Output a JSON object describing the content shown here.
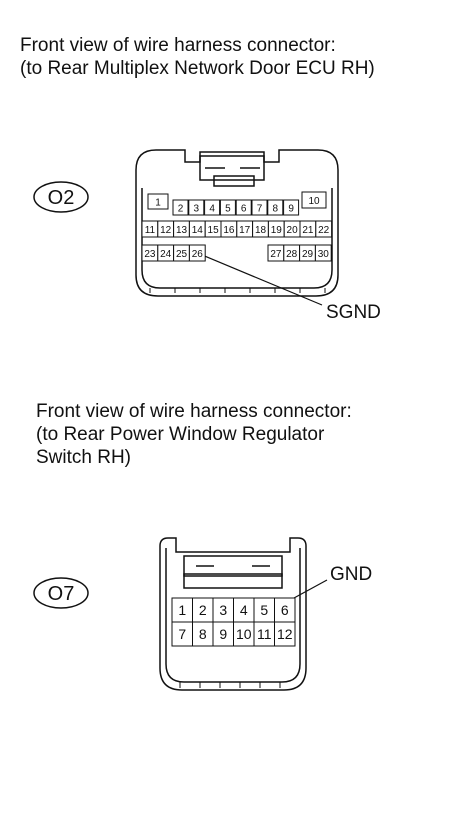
{
  "caption_top": "Front view of wire harness connector:\n(to Rear Multiplex Network Door ECU RH)",
  "caption_bottom": "Front view of wire harness connector:\n(to Rear Power Window Regulator\nSwitch RH)",
  "connector_o2": {
    "tag": "O2",
    "row1": [
      "1",
      "2",
      "3",
      "4",
      "5",
      "6",
      "7",
      "8",
      "9",
      "10"
    ],
    "row2": [
      "11",
      "12",
      "13",
      "14",
      "15",
      "16",
      "17",
      "18",
      "19",
      "20",
      "21",
      "22"
    ],
    "row3_left": [
      "23",
      "24",
      "25",
      "26"
    ],
    "row3_right": [
      "27",
      "28",
      "29",
      "30"
    ],
    "callout": "SGND"
  },
  "connector_o7": {
    "tag": "O7",
    "row1": [
      "1",
      "2",
      "3",
      "4",
      "5",
      "6"
    ],
    "row2": [
      "7",
      "8",
      "9",
      "10",
      "11",
      "12"
    ],
    "callout": "GND"
  }
}
